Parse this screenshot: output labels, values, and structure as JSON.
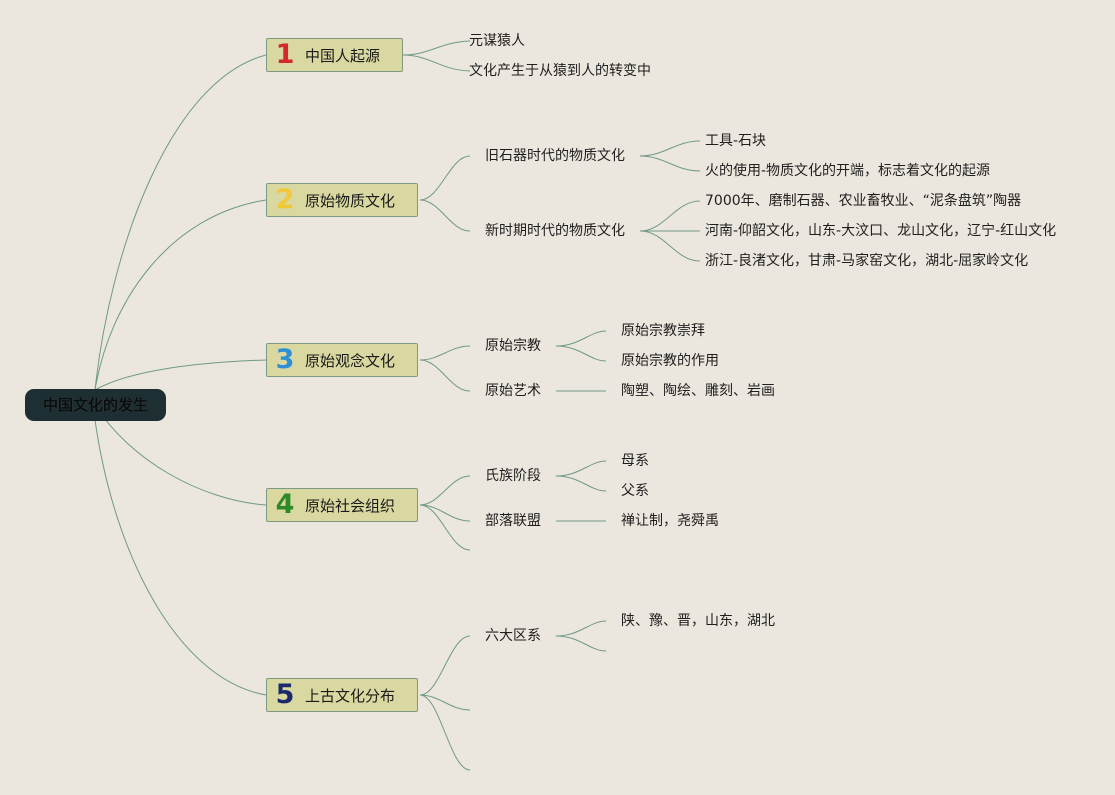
{
  "root": {
    "label": "中国文化的发生"
  },
  "branches": [
    {
      "number": "1",
      "color": "#d4282e",
      "label": "中国人起源",
      "leaves": [
        "元谋猿人",
        "文化产生于从猿到人的转变中"
      ]
    },
    {
      "number": "2",
      "color": "#f0c83a",
      "label": "原始物质文化",
      "subs": [
        {
          "label": "旧石器时代的物质文化",
          "leaves": [
            "工具-石块",
            "火的使用-物质文化的开端，标志着文化的起源"
          ]
        },
        {
          "label": "新时期时代的物质文化",
          "leaves": [
            "7000年、磨制石器、农业畜牧业、“泥条盘筑”陶器",
            "河南-仰韶文化，山东-大汶口、龙山文化，辽宁-红山文化",
            "浙江-良渚文化，甘肃-马家窑文化，湖北-屈家岭文化"
          ]
        }
      ]
    },
    {
      "number": "3",
      "color": "#2f8fd6",
      "label": "原始观念文化",
      "subs": [
        {
          "label": "原始宗教",
          "leaves": [
            "原始宗教崇拜",
            "原始宗教的作用"
          ]
        },
        {
          "label": "原始艺术",
          "leaves": [
            "陶塑、陶绘、雕刻、岩画"
          ]
        }
      ]
    },
    {
      "number": "4",
      "color": "#2e8a26",
      "label": "原始社会组织",
      "subs": [
        {
          "label": "氏族阶段",
          "leaves": [
            "母系",
            "父系"
          ]
        },
        {
          "label": "部落联盟",
          "leaves": [
            "禅让制，尧舜禹"
          ]
        }
      ]
    },
    {
      "number": "5",
      "color": "#1c2a6b",
      "label": "上古文化分布",
      "subs": [
        {
          "label": "六大区系",
          "leaves": [
            "陕、豫、晋，山东，湖北"
          ]
        }
      ]
    }
  ]
}
